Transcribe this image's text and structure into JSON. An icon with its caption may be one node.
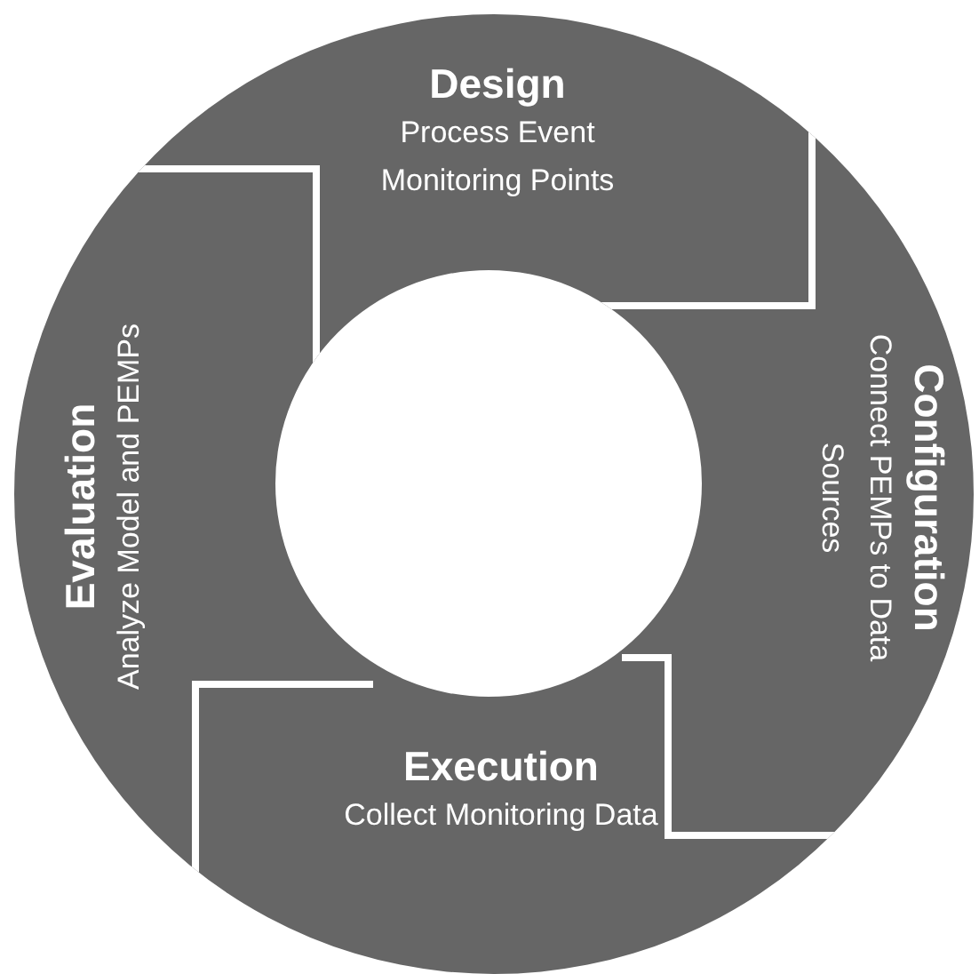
{
  "diagram": {
    "nodes": [
      {
        "text": [
          "Design",
          "Process Event Monitoring Points"
        ]
      },
      {
        "text": [
          "Configuration",
          "Connect PEMPs to Data Sources"
        ]
      },
      {
        "text": [
          "Execution",
          "Collect Monitoring Data"
        ]
      },
      {
        "text": [
          "Evaluation",
          "Analyze Model and PEMPs"
        ]
      }
    ]
  }
}
